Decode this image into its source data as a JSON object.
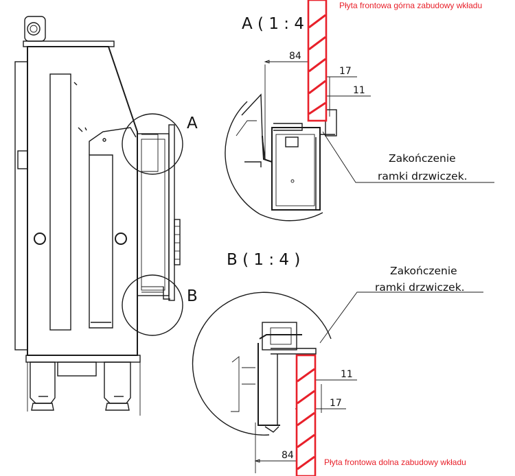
{
  "labels": {
    "top_plate": "Płyta frontowa górna zabudowy wkładu",
    "bottom_plate": "Płyta frontowa dolna zabudowy wkładu",
    "detail_a_title": "A ( 1 : 4 )",
    "detail_b_title": "B ( 1 : 4 )",
    "callout_a": "A",
    "callout_b": "B",
    "note_a_line1": "Zakończenie",
    "note_a_line2": "ramki drzwiczek.",
    "note_b_line1": "Zakończenie",
    "note_b_line2": "ramki drzwiczek."
  },
  "dimensions": {
    "a_84": "84",
    "a_17": "17",
    "a_11": "11",
    "b_11": "11",
    "b_17": "17",
    "b_84": "84"
  },
  "colors": {
    "line": "#1a1a1a",
    "plate": "#e8202a"
  }
}
